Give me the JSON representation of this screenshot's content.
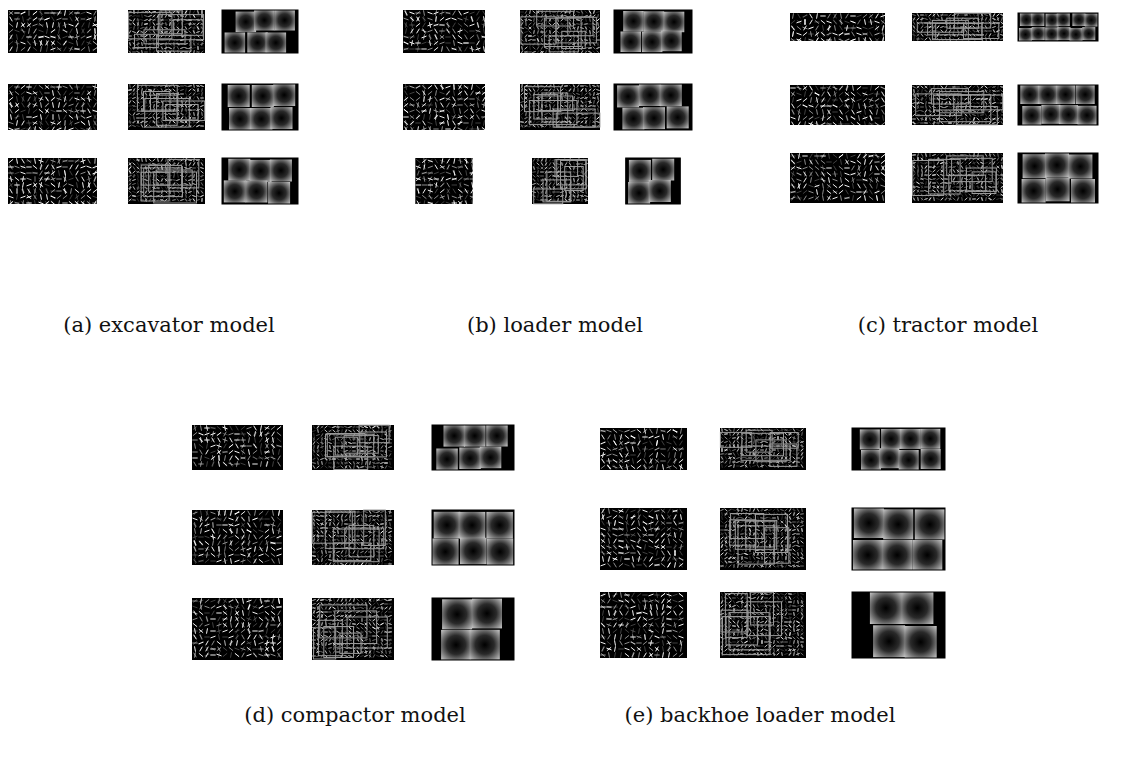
{
  "diagram": {
    "labels": [
      "(a) excavator model",
      "(b) loader model",
      "(c) tractor model",
      "(d) compactor model",
      "(e) backhoe loader model"
    ]
  }
}
